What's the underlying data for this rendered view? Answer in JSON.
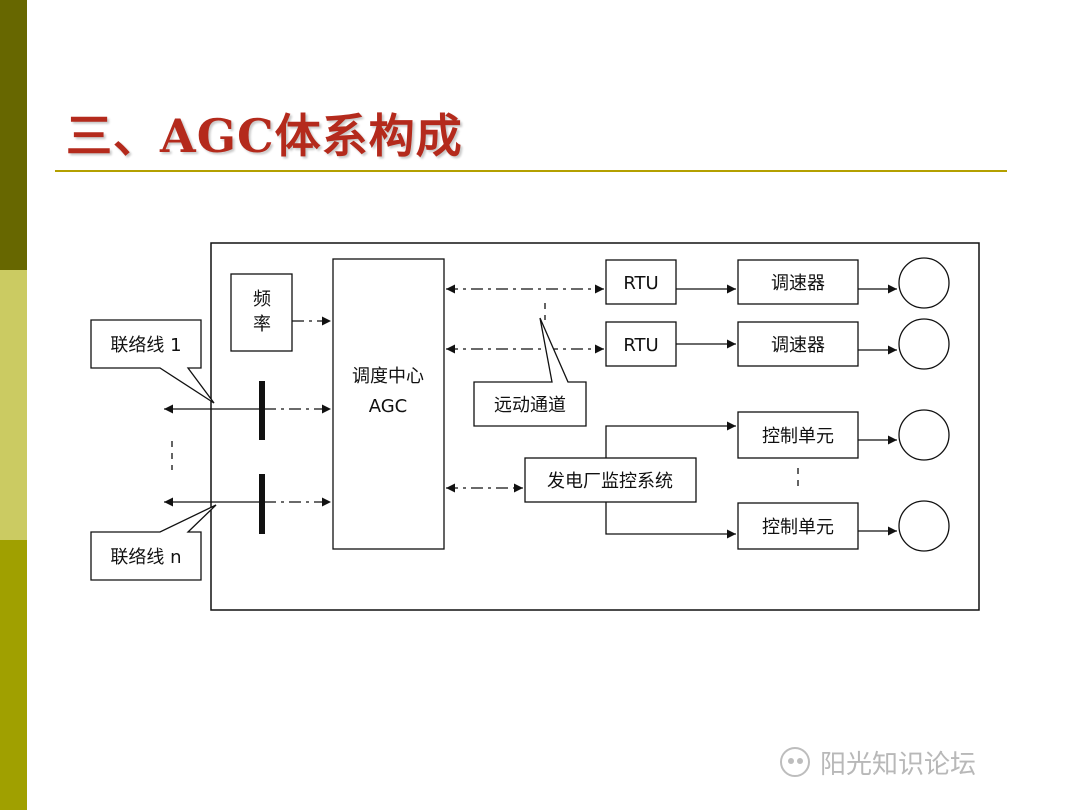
{
  "slide": {
    "title": "三、AGC体系构成",
    "accent_color": "#b42a1c",
    "rule_color": "#b4a000",
    "sidebar_colors": [
      "#676700",
      "#cbcb62",
      "#a0a000"
    ]
  },
  "diagram": {
    "frequency_box": [
      "频",
      "率"
    ],
    "dispatch_center": [
      "调度中心",
      "AGC"
    ],
    "tie_line_1": "联络线 1",
    "tie_line_n": "联络线 n",
    "remote_channel": "远动通道",
    "rtu_1": "RTU",
    "rtu_2": "RTU",
    "governor_1": "调速器",
    "governor_2": "调速器",
    "plant_monitoring": "发电厂监控系统",
    "control_unit_1": "控制单元",
    "control_unit_2": "控制单元"
  },
  "watermark": {
    "text": "阳光知识论坛",
    "icon": "wechat-icon"
  }
}
